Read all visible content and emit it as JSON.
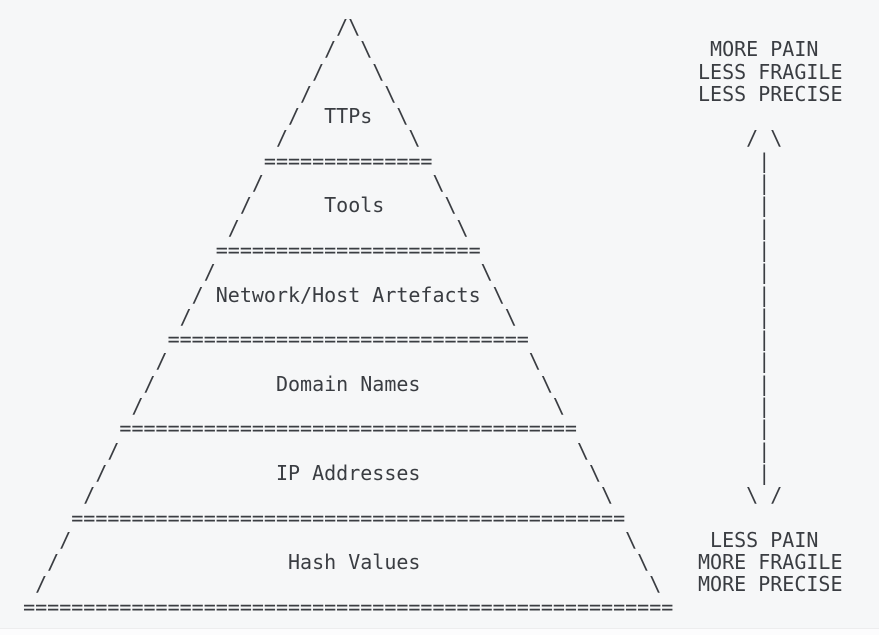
{
  "colors": {
    "background": "#f6f7f8",
    "ink": "#3a3d42",
    "footer_strip": "#fcfcfd"
  },
  "pyramid": {
    "levels": [
      "TTPs",
      "Tools",
      "Network/Host Artefacts",
      "Domain Names",
      "IP Addresses",
      "Hash Values"
    ],
    "ascii_lines": [
      "                            /\\",
      "                           /  \\",
      "                          /    \\",
      "                         /      \\",
      "                        /  TTPs  \\",
      "                       /          \\",
      "                      ==============",
      "                     /              \\",
      "                    /      Tools     \\",
      "                   /                  \\",
      "                  ======================",
      "                 /                      \\",
      "                / Network/Host Artefacts \\",
      "               /                          \\",
      "              ==============================",
      "             /                              \\",
      "            /          Domain Names          \\",
      "           /                                  \\",
      "          ======================================",
      "         /                                      \\",
      "        /              IP Addresses              \\",
      "       /                                          \\",
      "      ==============================================",
      "     /                                              \\",
      "    /                   Hash Values                  \\",
      "   /                                                  \\",
      "  ======================================================"
    ]
  },
  "annotation": {
    "top": [
      "MORE PAIN",
      "LESS FRAGILE",
      "LESS PRECISE"
    ],
    "bottom": [
      "LESS PAIN",
      "MORE FRAGILE",
      "MORE PRECISE"
    ],
    "arrow": "double-headed vertical arrow",
    "ascii_lines": [
      "",
      " MORE PAIN",
      "LESS FRAGILE",
      "LESS PRECISE",
      "",
      "    / \\",
      "     |",
      "     |",
      "     |",
      "     |",
      "     |",
      "     |",
      "     |",
      "     |",
      "     |",
      "     |",
      "     |",
      "     |",
      "     |",
      "     |",
      "     |",
      "    \\ /",
      "",
      " LESS PAIN",
      "MORE FRAGILE",
      "MORE PRECISE"
    ]
  }
}
